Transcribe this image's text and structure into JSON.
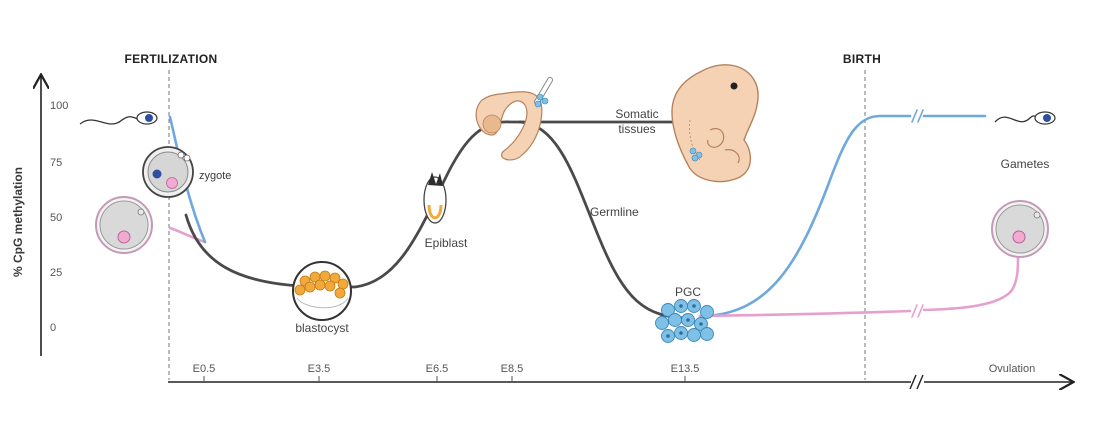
{
  "y_axis": {
    "label": "% CpG methylation",
    "ticks": [
      "100",
      "75",
      "50",
      "25",
      "0"
    ]
  },
  "x_axis": {
    "ticks": [
      "E0.5",
      "E3.5",
      "E6.5",
      "E8.5",
      "E13.5",
      "Ovulation"
    ]
  },
  "events": {
    "fertilization": "FERTILIZATION",
    "birth": "BIRTH"
  },
  "stages": {
    "zygote": "zygote",
    "blastocyst": "blastocyst",
    "epiblast": "Epiblast",
    "somatic_line1": "Somatic",
    "somatic_line2": "tissues",
    "germline": "Germline",
    "pgc": "PGC",
    "gametes": "Gametes"
  },
  "colors": {
    "somatic_curve": "#4a4a4a",
    "paternal_curve": "#6fa8dc",
    "maternal_curve": "#e6a0cf",
    "embryo_skin": "#f6d2b4",
    "blastocyst_cells": "#f2a93b",
    "pgc_cells": "#7ec0e6"
  },
  "icons": [
    "sperm-icon",
    "oocyte-icon",
    "zygote-icon",
    "blastocyst-icon",
    "epiblast-icon",
    "early-embryo-icon",
    "fetus-icon",
    "pgc-cluster-icon"
  ]
}
